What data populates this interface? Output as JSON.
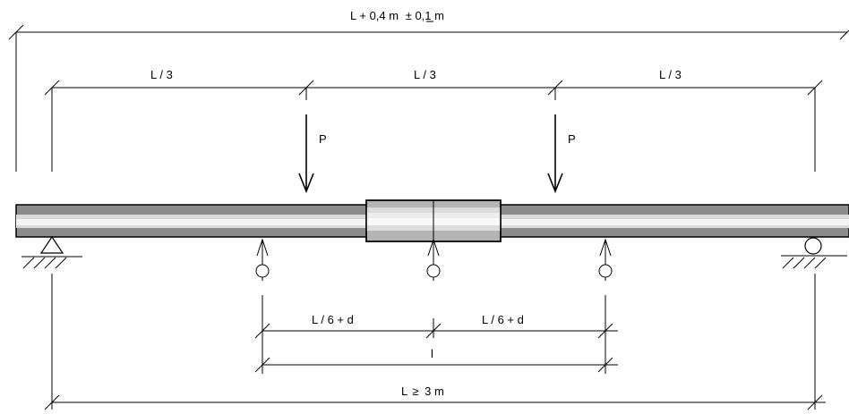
{
  "labels": {
    "total_length": "L + 0,4 m",
    "total_tolerance": "± 0,1 m",
    "third_left": "L / 3",
    "third_middle": "L / 3",
    "third_right": "L / 3",
    "load_left": "P",
    "load_right": "P",
    "gauge_left": "L / 6 + d",
    "gauge_right": "L / 6 + d",
    "gauge_total": "l",
    "span_prefix": "L",
    "span_relation": "≥",
    "span_value": "3 m"
  },
  "colors": {
    "line": "#000000",
    "bar_dark": "#8c8c8c",
    "bar_light": "#d9d9d9",
    "coupler_dark": "#b4b4b4",
    "coupler_light": "#ececec"
  }
}
